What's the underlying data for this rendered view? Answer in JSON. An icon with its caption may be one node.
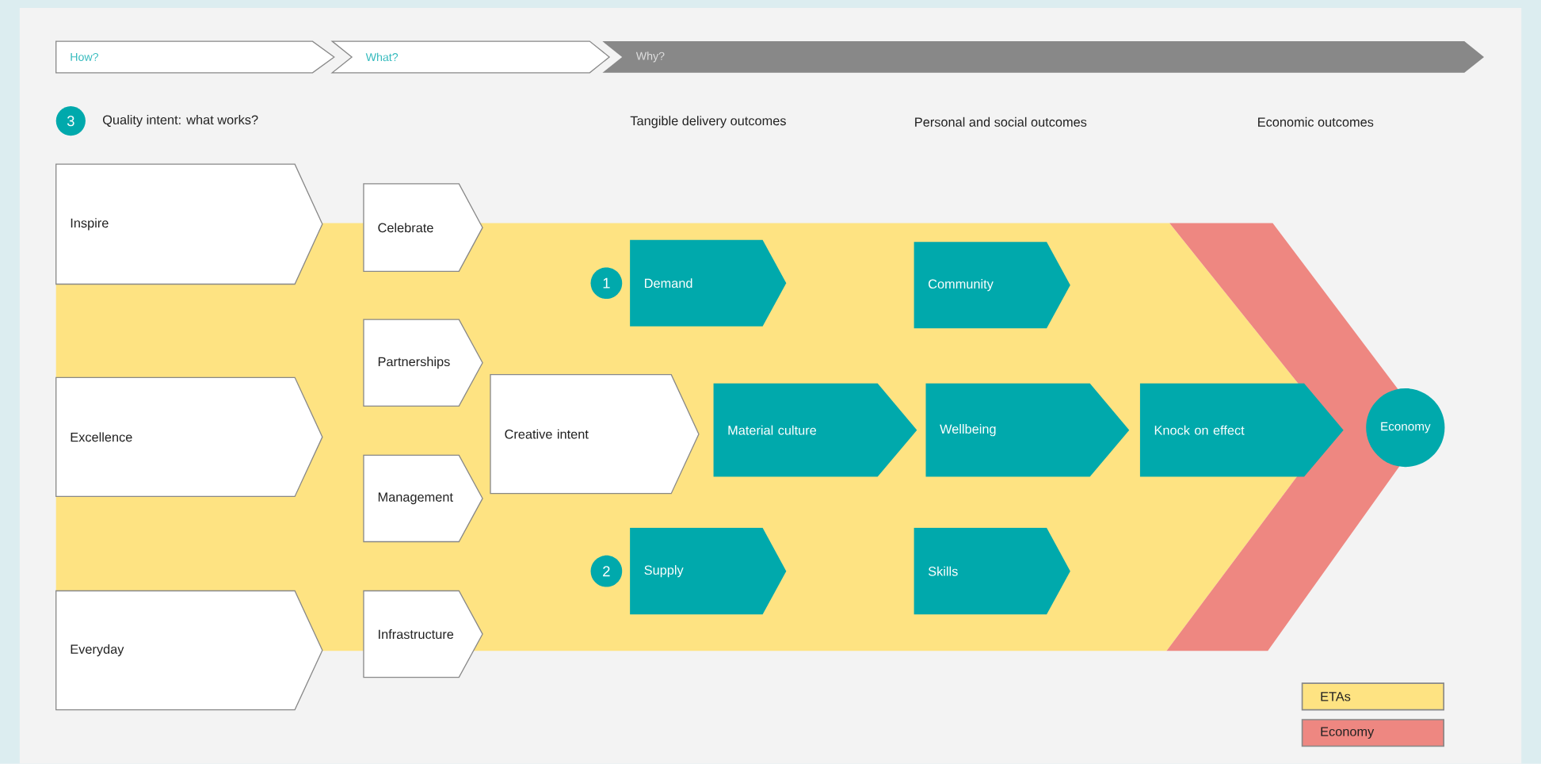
{
  "diagram": {
    "nodes": [
      {
        "text": [
          "How?"
        ]
      },
      {
        "text": [
          "What?"
        ]
      },
      {
        "text": [
          "Why?"
        ]
      },
      {
        "text": [
          "3"
        ],
        "beside": [
          "Quality intent: what works?"
        ]
      },
      {
        "text": [
          "Inspire"
        ]
      },
      {
        "text": [
          "Excellence"
        ]
      },
      {
        "text": [
          "Everyday"
        ]
      },
      {
        "text": [
          "Celebrate"
        ]
      },
      {
        "text": [
          "Partnerships"
        ]
      },
      {
        "text": [
          "Management"
        ]
      },
      {
        "text": [
          "Infrastructure"
        ]
      },
      {
        "text": [
          "Creative intent"
        ]
      },
      {
        "text": [
          "1"
        ]
      },
      {
        "text": [
          "Demand"
        ]
      },
      {
        "text": [
          "Material culture"
        ]
      },
      {
        "text": [
          "2"
        ]
      },
      {
        "text": [
          "Supply"
        ]
      },
      {
        "text": [
          "Community"
        ]
      },
      {
        "text": [
          "Wellbeing"
        ]
      },
      {
        "text": [
          "Skills"
        ]
      },
      {
        "text": [
          "Knock on effect"
        ]
      },
      {
        "text": [
          "Economy"
        ]
      }
    ],
    "labels": [
      "Tangible delivery outcomes",
      "Personal and social outcomes",
      "Economic outcomes"
    ],
    "legend": [
      {
        "text": "ETAs",
        "color": "#fee382"
      },
      {
        "text": "Economy",
        "color": "#ee8781"
      }
    ]
  }
}
